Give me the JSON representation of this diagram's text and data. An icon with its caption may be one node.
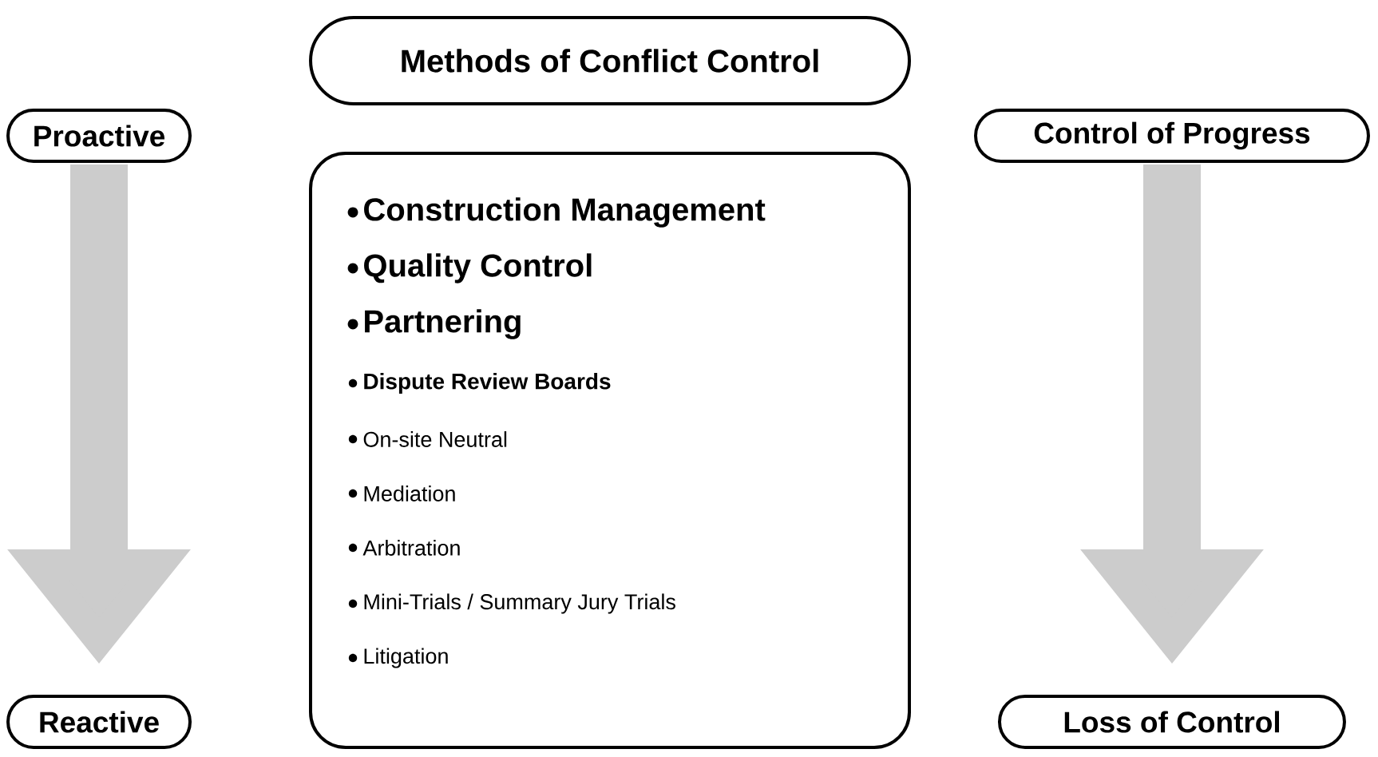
{
  "diagram": {
    "nodes": [
      {
        "text": [
          "Methods of Conflict Control"
        ]
      },
      {
        "text": [
          "Proactive"
        ]
      },
      {
        "text": [
          "Control of Progress"
        ]
      },
      {
        "text": [
          "Construction Management",
          "Quality Control",
          "Partnering",
          "Dispute Review Boards",
          "On-site Neutral",
          "Mediation",
          "Arbitration",
          "Mini-Trials / Summary Jury Trials",
          "Litigation"
        ]
      },
      {
        "text": [
          "Reactive"
        ]
      },
      {
        "text": [
          "Loss of Control"
        ]
      }
    ],
    "edges": [
      {
        "from": 1,
        "to": 4,
        "arrow": "to"
      },
      {
        "from": 2,
        "to": 5,
        "arrow": "to"
      }
    ]
  }
}
